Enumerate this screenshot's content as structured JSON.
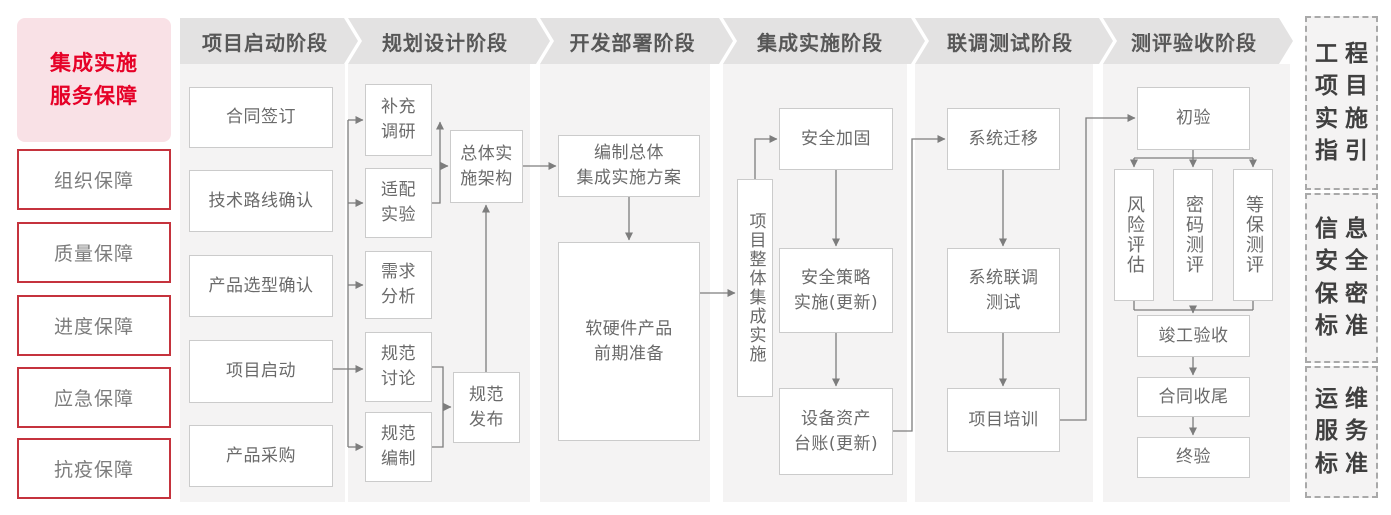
{
  "left_panel": {
    "title": "集成实施服务保障",
    "title_lines": [
      "集成实施",
      "服务保障"
    ],
    "items": [
      "组织保障",
      "质量保障",
      "进度保障",
      "应急保障",
      "抗疫保障"
    ]
  },
  "stages": [
    {
      "label": "项目启动阶段",
      "boxes": [
        {
          "label": "合同签订",
          "lines": [
            "合同签订"
          ]
        },
        {
          "label": "技术路线确认",
          "lines": [
            "技术路线确认"
          ]
        },
        {
          "label": "产品选型确认",
          "lines": [
            "产品选型确认"
          ]
        },
        {
          "label": "项目启动",
          "lines": [
            "项目启动"
          ]
        },
        {
          "label": "产品采购",
          "lines": [
            "产品采购"
          ]
        }
      ]
    },
    {
      "label": "规划设计阶段",
      "boxes": [
        {
          "label": "补充调研",
          "lines": [
            "补充",
            "调研"
          ]
        },
        {
          "label": "适配实验",
          "lines": [
            "适配",
            "实验"
          ]
        },
        {
          "label": "需求分析",
          "lines": [
            "需求",
            "分析"
          ]
        },
        {
          "label": "规范讨论",
          "lines": [
            "规范",
            "讨论"
          ]
        },
        {
          "label": "规范编制",
          "lines": [
            "规范",
            "编制"
          ]
        },
        {
          "label": "总体实施架构",
          "lines": [
            "总体实",
            "施架构"
          ]
        },
        {
          "label": "规范发布",
          "lines": [
            "规范",
            "发布"
          ]
        }
      ]
    },
    {
      "label": "开发部署阶段",
      "boxes": [
        {
          "label": "编制总体集成实施方案",
          "lines": [
            "编制总体",
            "集成实施方案"
          ]
        },
        {
          "label": "软硬件产品前期准备",
          "lines": [
            "软硬件产品",
            "前期准备"
          ]
        }
      ]
    },
    {
      "label": "集成实施阶段",
      "boxes": [
        {
          "label": "项目整体集成实施",
          "lines": [
            "项目整体集成实施"
          ]
        },
        {
          "label": "安全加固",
          "lines": [
            "安全加固"
          ]
        },
        {
          "label": "安全策略实施(更新)",
          "lines": [
            "安全策略",
            "实施(更新)"
          ]
        },
        {
          "label": "设备资产台账(更新)",
          "lines": [
            "设备资产",
            "台账(更新)"
          ]
        }
      ]
    },
    {
      "label": "联调测试阶段",
      "boxes": [
        {
          "label": "系统迁移",
          "lines": [
            "系统迁移"
          ]
        },
        {
          "label": "系统联调测试",
          "lines": [
            "系统联调",
            "测试"
          ]
        },
        {
          "label": "项目培训",
          "lines": [
            "项目培训"
          ]
        }
      ]
    },
    {
      "label": "测评验收阶段",
      "boxes": [
        {
          "label": "初验",
          "lines": [
            "初验"
          ]
        },
        {
          "label": "风险评估",
          "lines": [
            "风险评估"
          ]
        },
        {
          "label": "密码测评",
          "lines": [
            "密码测评"
          ]
        },
        {
          "label": "等保测评",
          "lines": [
            "等保测评"
          ]
        },
        {
          "label": "竣工验收",
          "lines": [
            "竣工验收"
          ]
        },
        {
          "label": "合同收尾",
          "lines": [
            "合同收尾"
          ]
        },
        {
          "label": "终验",
          "lines": [
            "终验"
          ]
        }
      ]
    }
  ],
  "right_panel": {
    "items": [
      {
        "label": "工程项目实施指引",
        "rows": [
          "工程",
          "项目",
          "实施",
          "指引"
        ]
      },
      {
        "label": "信息安全保密标准",
        "rows": [
          "信息",
          "安全",
          "保密",
          "标准"
        ]
      },
      {
        "label": "运维服务标准",
        "rows": [
          "运维",
          "服务",
          "标准"
        ]
      }
    ]
  },
  "colors": {
    "accent_red_text": "#e60127",
    "red_box_border": "#c5333d",
    "pink_bg": "#f9e1e6",
    "stage_band_bg": "#e3e2e2",
    "column_bg": "#f4f3f3",
    "box_border": "#cbcbcb",
    "box_text": "#6a6a6a",
    "header_text": "#575757",
    "arrow": "#7d7d7d",
    "standard_text": "#3f3f3f"
  }
}
